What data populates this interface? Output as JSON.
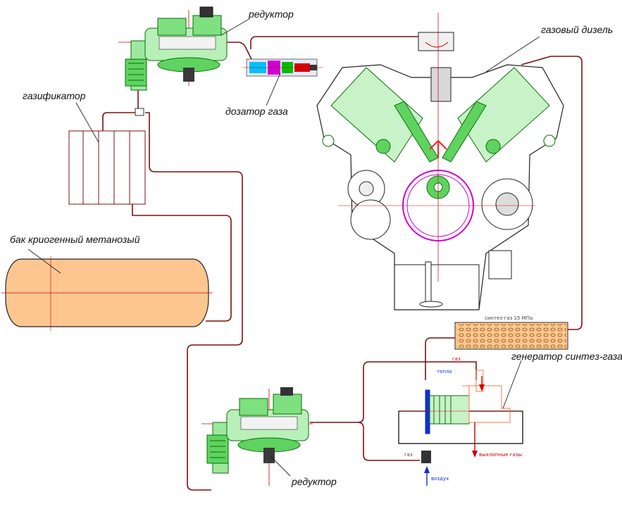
{
  "labels": {
    "reducer_top": "редуктор",
    "gas_diesel": "газовый дизель",
    "gasifier": "газификатор",
    "gas_dosator": "дозатор газа",
    "tank": "бак криогенный метанозый",
    "syngas_generator": "генератор синтез-газа",
    "reducer_bottom": "редуктор"
  },
  "small": {
    "syngas_line": "синтез-газ 15 МПа",
    "gas_in": "газ",
    "gas_out": "газ",
    "exhaust": "выхлопные газы",
    "air": "воздух",
    "heat": "тепло"
  },
  "colors": {
    "pipe": "#7a1010",
    "mechanism": "#00bf00",
    "axis": "#d00000",
    "tank_fill": "#fdc690",
    "crank": "#d000d0",
    "piston_blue": "#1030d0"
  }
}
